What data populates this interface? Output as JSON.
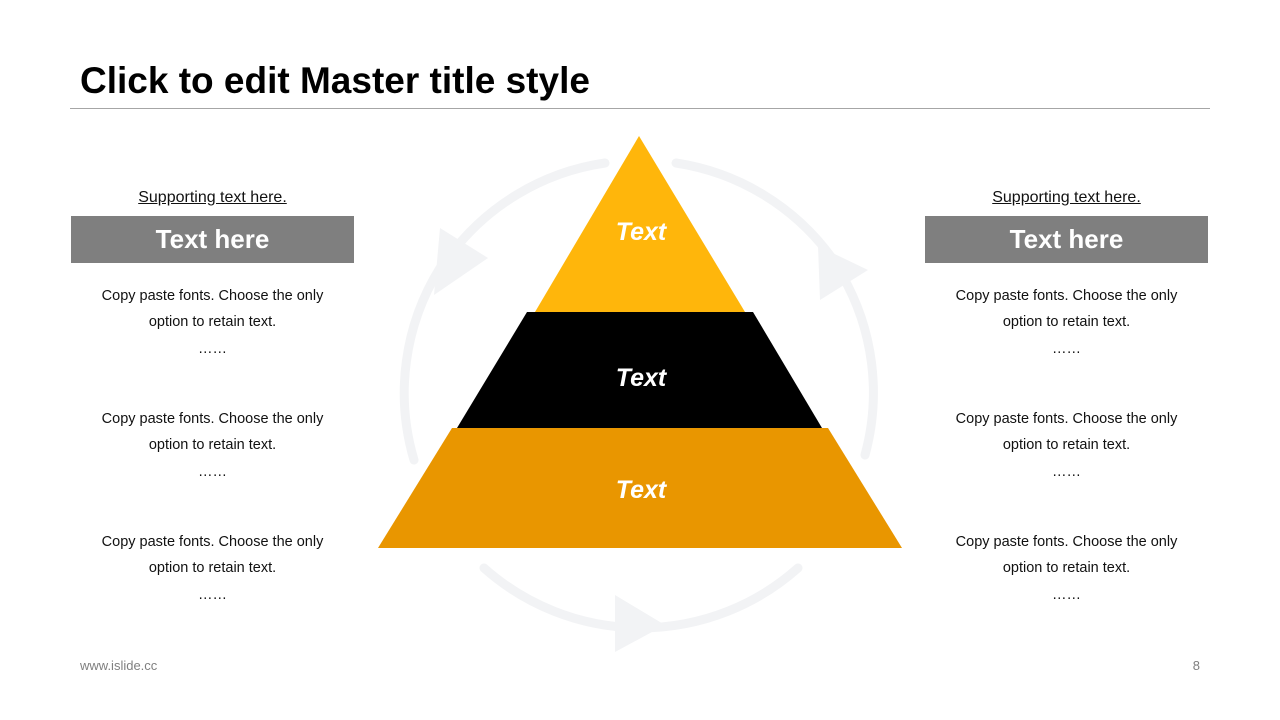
{
  "slide": {
    "title": "Click to edit Master title style",
    "footer_url": "www.islide.cc",
    "page_number": "8"
  },
  "colors": {
    "top_layer": "#FFB60B",
    "middle_layer": "#000000",
    "bottom_layer": "#E99600",
    "header_box": "#7F7F7F",
    "cycle_arrows": "#F2F3F5"
  },
  "left_panel": {
    "supporting": "Supporting text here.",
    "header": "Text here",
    "items": [
      {
        "line1": "Copy paste fonts. Choose the only",
        "line2": "option to retain text.",
        "dots": "……"
      },
      {
        "line1": "Copy paste fonts. Choose the only",
        "line2": "option to retain text.",
        "dots": "……"
      },
      {
        "line1": "Copy paste fonts. Choose the only",
        "line2": "option to retain text.",
        "dots": "……"
      }
    ]
  },
  "right_panel": {
    "supporting": "Supporting text here.",
    "header": "Text here",
    "items": [
      {
        "line1": "Copy paste fonts. Choose the only",
        "line2": "option to retain text.",
        "dots": "……"
      },
      {
        "line1": "Copy paste fonts. Choose the only",
        "line2": "option to retain text.",
        "dots": "……"
      },
      {
        "line1": "Copy paste fonts. Choose the only",
        "line2": "option to retain text.",
        "dots": "……"
      }
    ]
  },
  "pyramid": {
    "layers": [
      {
        "label": "Text"
      },
      {
        "label": "Text"
      },
      {
        "label": "Text"
      }
    ]
  }
}
